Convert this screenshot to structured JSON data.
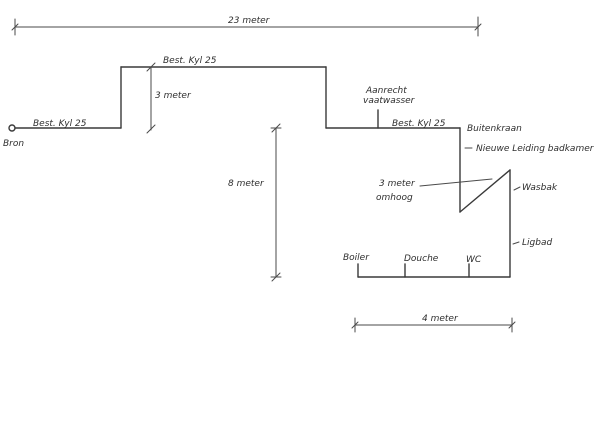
{
  "labels": {
    "dim_top": "23 meter",
    "bron": "Bron",
    "pipe_left": "Best. Kyl 25",
    "pipe_top": "Best. Kyl 25",
    "rise": "3 meter",
    "drop": "8 meter",
    "aanrecht_1": "Aanrecht",
    "aanrecht_2": "vaatwasser",
    "pipe_right": "Best. Kyl 25",
    "buitenkraan": "Buitenkraan",
    "nieuwe": "Nieuwe Leiding badkamer",
    "omhoog_1": "3 meter",
    "omhoog_2": "omhoog",
    "wasbak": "Wasbak",
    "ligbad": "Ligbad",
    "boiler": "Boiler",
    "douche": "Douche",
    "wc": "WC",
    "dim_bottom": "4 meter"
  }
}
